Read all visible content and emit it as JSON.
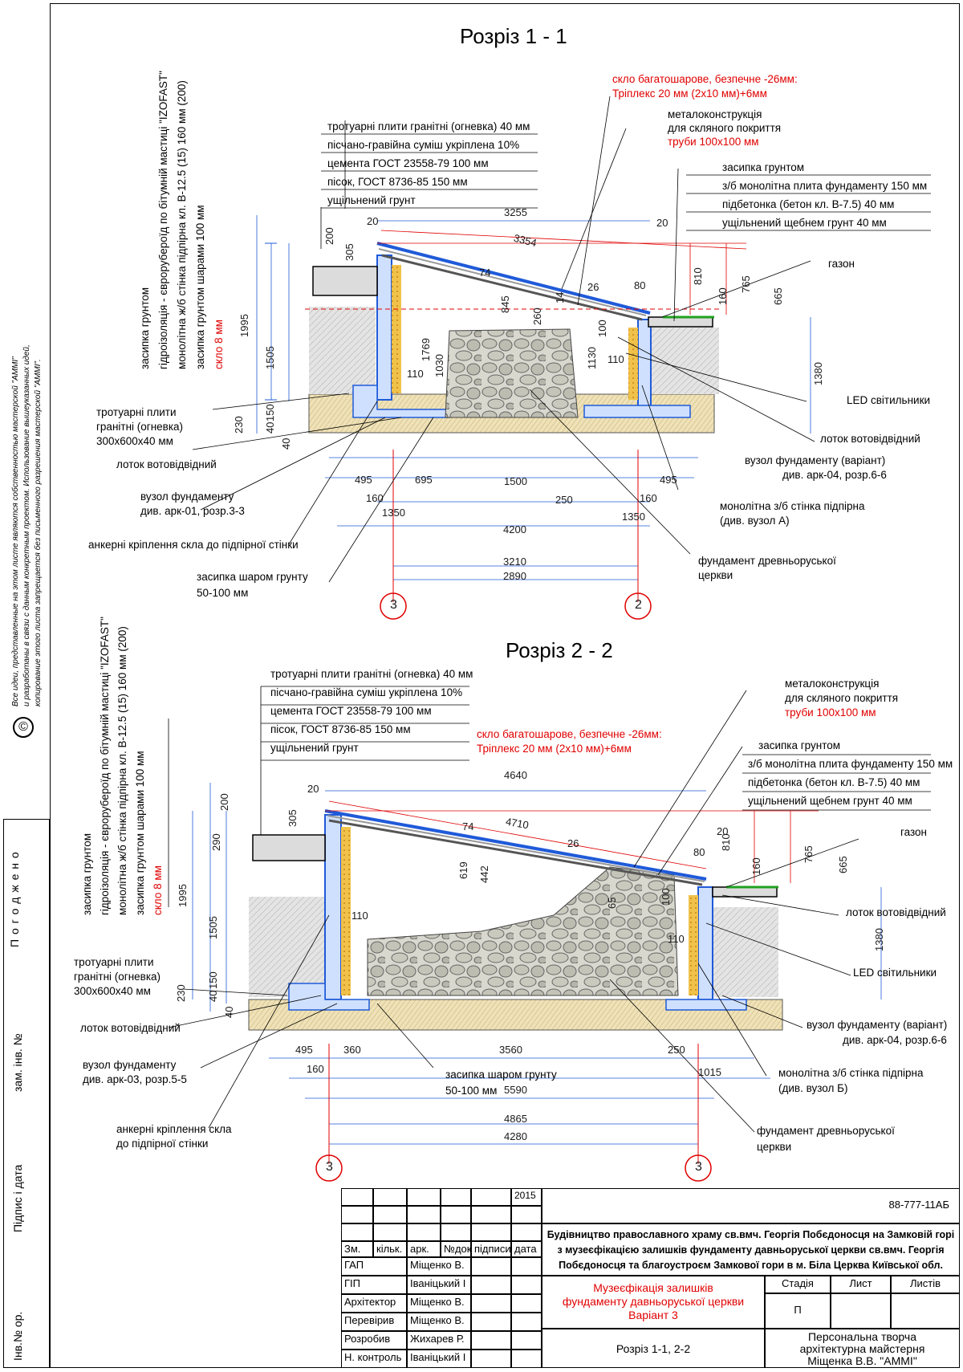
{
  "copyright_note": {
    "line1": "Все идеи, представленные на этом листе являются собственностью мастерской \"АММІ\"",
    "line2": "и разработаны в связи с данным конкретным проектом. Использование вышеуказанных идей,",
    "line3": "копирование этого листа запрещается без письменного разрешения мастерской \"АММІ\".",
    "symbol": "©"
  },
  "side_strip": {
    "pogodzheno": "П о г о д ж е н о",
    "zam_inv": "зам. інв. №",
    "pidpys": "Підпис і дата",
    "inv_orig": "Інв.№ ор."
  },
  "section1": {
    "title": "Розріз 1 - 1",
    "glass_red1": "скло багатошарове, безпечне -26мм:",
    "glass_red2": "Тріплекс 20 мм (2х10 мм)+6мм",
    "metal1": "металоконструкція",
    "metal2": "для скляного покриття",
    "metal_red": "труби 100х100 мм",
    "pave_layers": [
      "тротуарні плити гранітні (огневка) 40 мм",
      "пісчано-гравійна суміш укріплена 10%",
      "цемента ГОСТ 23558-79  100 мм",
      "пісок, ГОСТ 8736-85        150 мм",
      "ущільнений грунт"
    ],
    "right_layers": [
      "засипка грунтом",
      "з/б монолітна плита фундаменту 150 мм",
      "підбетонка (бетон кл. В-7.5) 40 мм",
      "ущільнений щебнем грунт 40 мм"
    ],
    "vertical_layers": [
      "засипка грунтом",
      "гідроізоляція - єврорубероїд по бітумній мастиці \"IZOFAST\"",
      "монолітна ж/б стінка підпірна кл. В-12.5 (15) 160 мм (200)",
      "засипка грунтом шарами 100 мм"
    ],
    "vertical_red": "скло 8 мм",
    "gazon": "газон",
    "led": "LED світильники",
    "lotok_r": "лоток вотовідвідний",
    "vuzol_r1": "вузол фундаменту (варіант)",
    "vuzol_r2": "див. арк-04, розр.6-6",
    "stinka1": "монолітна з/б стінка підпірна",
    "stinka2": "(див. вузол А)",
    "fund1": "фундамент древньоруської",
    "fund2": "церкви",
    "plyty1": "тротуарні плити",
    "plyty2": "гранітні (огневка)",
    "plyty3": "300х600х40 мм",
    "lotok_l": "лоток вотовідвідний",
    "vuzol_l1": "вузол фундаменту",
    "vuzol_l2": "див. арк-01, розр.3-3",
    "ankerni": "анкерні кріплення скла до підпірної стінки",
    "zasypka1": "засипка шаром грунту",
    "zasypka2": "50-100 мм",
    "dims": [
      "3255",
      "3354",
      "20",
      "20",
      "200",
      "305",
      "1995",
      "1505",
      "150",
      "40",
      "230",
      "40",
      "110",
      "1769",
      "1030",
      "845",
      "260",
      "14",
      "74",
      "26",
      "80",
      "810",
      "765",
      "665",
      "160",
      "100",
      "1130",
      "110",
      "1380",
      "495",
      "695",
      "1500",
      "495",
      "160",
      "250",
      "160",
      "1350",
      "1350",
      "4200",
      "3210",
      "2890"
    ],
    "axes": [
      "3",
      "2"
    ]
  },
  "section2": {
    "title": "Розріз 2 - 2",
    "glass_red1": "скло багатошарове, безпечне -26мм:",
    "glass_red2": "Тріплекс 20 мм (2х10 мм)+6мм",
    "metal1": "металоконструкція",
    "metal2": "для скляного покриття",
    "metal_red": "труби 100х100 мм",
    "pave_layers": [
      "тротуарні плити гранітні (огневка) 40 мм",
      "пісчано-гравійна суміш укріплена 10%",
      "цемента ГОСТ 23558-79  100 мм",
      "пісок, ГОСТ 8736-85        150 мм",
      "ущільнений грунт"
    ],
    "right_layers": [
      "засипка грунтом",
      "з/б монолітна плита фундаменту 150 мм",
      "підбетонка (бетон кл. В-7.5) 40 мм",
      "ущільнений щебнем грунт 40 мм"
    ],
    "vertical_layers": [
      "засипка грунтом",
      "гідроізоляція - єврорубероїд по бітумній мастиці \"IZOFAST\"",
      "монолітна ж/б стінка підпірна кл. В-12.5 (15) 160 мм (200)",
      "засипка грунтом шарами 100 мм"
    ],
    "vertical_red": "скло 8 мм",
    "gazon": "газон",
    "lotok_r": "лоток вотовідвідний",
    "led": "LED світильники",
    "vuzol_r1": "вузол фундаменту (варіант)",
    "vuzol_r2": "див. арк-04, розр.6-6",
    "stinka1": "монолітна з/б стінка підпірна",
    "stinka2": "(див. вузол Б)",
    "fund1": "фундамент древньоруської",
    "fund2": "церкви",
    "plyty1": "тротуарні плити",
    "plyty2": "гранітні (огневка)",
    "plyty3": "300х600х40 мм",
    "lotok_l": "лоток вотовідвідний",
    "vuzol_l1": "вузол фундаменту",
    "vuzol_l2": "див. арк-03, розр.5-5",
    "ankerni1": "анкерні кріплення скла",
    "ankerni2": "до підпірної стінки",
    "zasypka1": "засипка шаром грунту",
    "zasypka2": "50-100 мм",
    "dims": [
      "4640",
      "4710",
      "20",
      "20",
      "200",
      "305",
      "290",
      "1995",
      "1505",
      "150",
      "40",
      "230",
      "40",
      "110",
      "619",
      "442",
      "74",
      "26",
      "80",
      "810",
      "765",
      "665",
      "160",
      "65",
      "100",
      "110",
      "1380",
      "495",
      "360",
      "3560",
      "250",
      "160",
      "1015",
      "5590",
      "4865",
      "4280"
    ],
    "axes": [
      "3",
      "3"
    ]
  },
  "stamp": {
    "year": "2015",
    "code": "88-777-11АБ",
    "project": [
      "Будівництво православного храму св.вмч. Георгія Побєдоносця на Замковій горі",
      "з музеєфікацією залишків фундаменту давньоруської церкви св.вмч. Георгія",
      "Побєдоносця та благоустроєм Замкової гори в м. Біла Церква  Київської обл."
    ],
    "headers": [
      "Зм.",
      "кільк.",
      "арк.",
      "№док",
      "підписи",
      "дата"
    ],
    "roles": [
      "ГАП",
      "ГІП",
      "Архітектор",
      "Перевірив",
      "Розробив",
      "Н. контроль"
    ],
    "names": [
      "Міщенко В.",
      "Іваніцький І",
      "Міщенко В.",
      "Міщенко В.",
      "Жихарев Р.",
      "Іваніцький І"
    ],
    "sheet_title": [
      "Музеєфікація залишків",
      "фундаменту давньоруської церкви",
      "Варіант  3"
    ],
    "stadia_label": "Стадія",
    "list_label": "Лист",
    "lystiv_label": "Листів",
    "stadia_value": "П",
    "drawing_name": "Розріз 1-1, 2-2",
    "firm": [
      "Персональна творча",
      "архітектурна майстерня",
      "Міщенка В.В. \"АММІ\""
    ]
  },
  "colors": {
    "red_text": "#e00000",
    "blue_line": "#1f5ad8",
    "sand": "#efe2b8",
    "stone": "#bcbcb0"
  }
}
